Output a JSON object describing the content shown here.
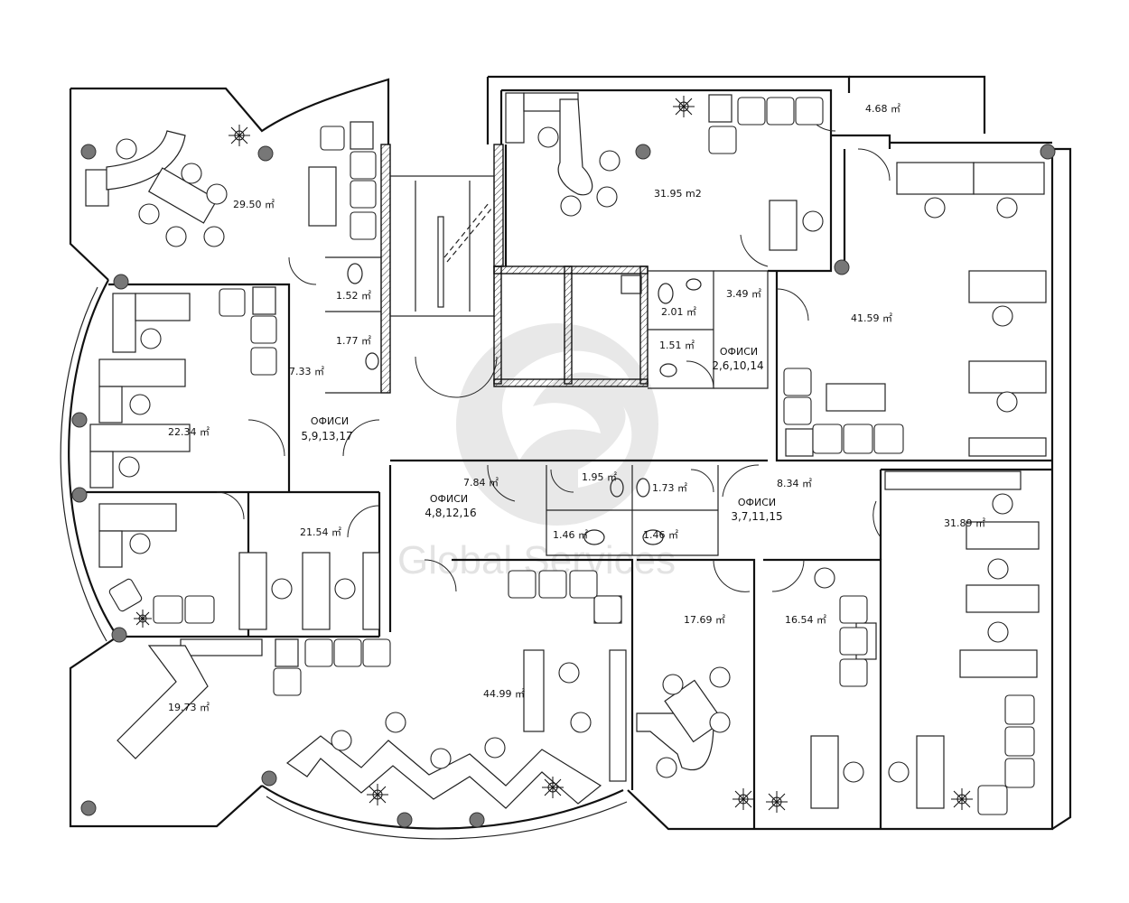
{
  "watermark": {
    "text": "Global Services"
  },
  "labels": {
    "room_1": "29.50 ㎡",
    "room_2": "31.95  m2",
    "room_3": "4.68 ㎡",
    "room_4": "1.52 ㎡",
    "room_5": "1.77 ㎡",
    "room_6": "7.33 ㎡",
    "room_7": "22.34 ㎡",
    "room_8": "2.01 ㎡",
    "room_9": "1.51 ㎡",
    "room_10": "3.49 ㎡",
    "room_11": "41.59 ㎡",
    "room_12": "21.54 ㎡",
    "room_13": "7.84 ㎡",
    "room_14": "1.95 ㎡",
    "room_15": "1.73 ㎡",
    "room_16": "1.46 ㎡",
    "room_17": "1.46 ㎡",
    "room_18": "8.34 ㎡",
    "room_19": "31.89 ㎡",
    "room_20": "17.69 ㎡",
    "room_21": "16.54 ㎡",
    "room_22": "19.73 ㎡",
    "room_23": "44.99 ㎡",
    "office_a_title": "ОФИСИ",
    "office_a_nums": "5,9,13,17",
    "office_b_title": "ОФИСИ",
    "office_b_nums": "2,6,10,14",
    "office_c_title": "ОФИСИ",
    "office_c_nums": "4,8,12,16",
    "office_d_title": "ОФИСИ",
    "office_d_nums": "3,7,11,15"
  }
}
